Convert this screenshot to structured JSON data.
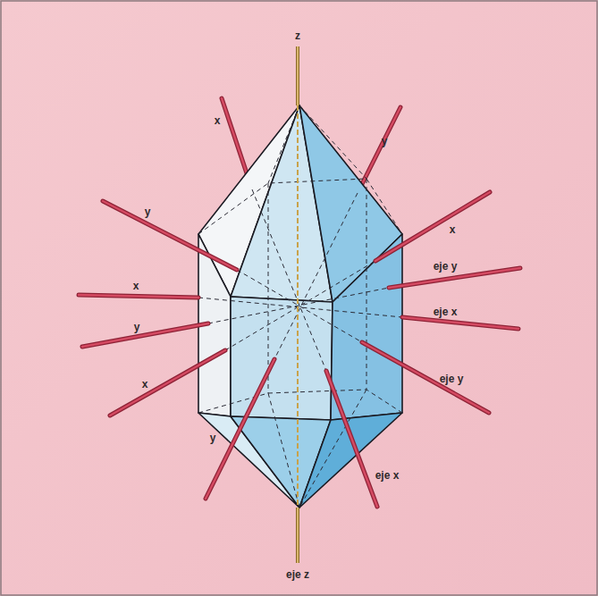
{
  "diagram": {
    "labels": [
      "z",
      "x",
      "y",
      "y",
      "x",
      "eje y",
      "x",
      "eje x",
      "y",
      "eje y",
      "x",
      "y",
      "eje x",
      "eje z"
    ]
  }
}
